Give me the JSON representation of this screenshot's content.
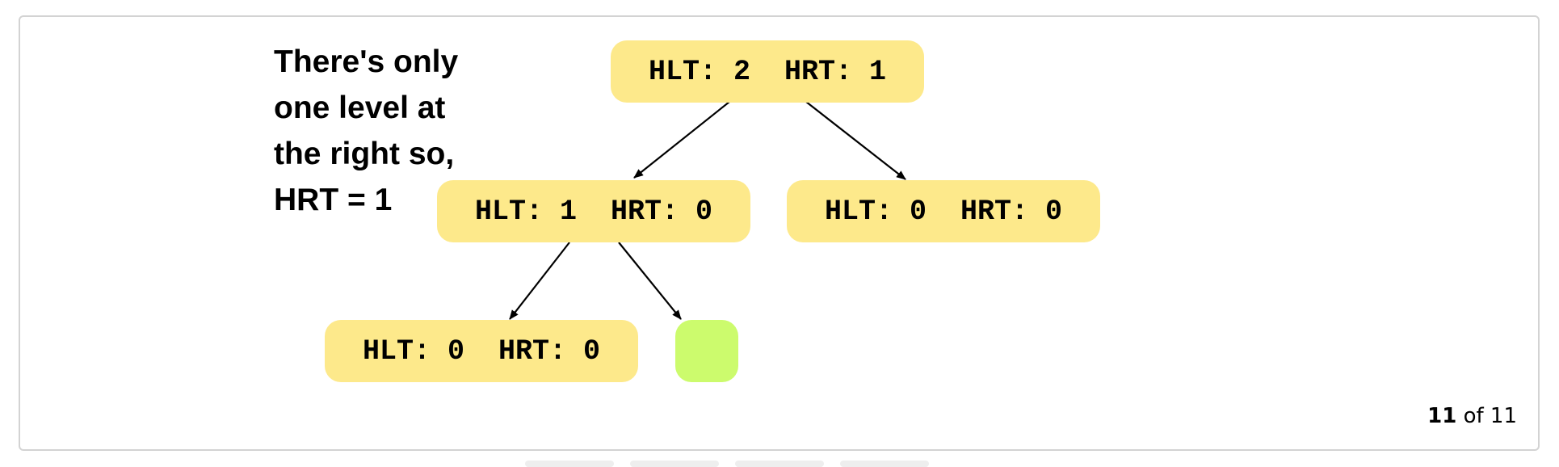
{
  "caption": {
    "lines": [
      "There's only",
      "one level at",
      "the right so,",
      "HRT = 1"
    ]
  },
  "tree": {
    "root": "HLT: 2  HRT: 1",
    "left_child": "HLT: 1  HRT: 0",
    "right_child": "HLT: 0  HRT: 0",
    "left_left_child": "HLT: 0  HRT: 0",
    "left_right_child": ""
  },
  "colors": {
    "node_fill": "#fde98b",
    "empty_node_fill": "#ccfb6d",
    "edge": "#000000"
  },
  "pager": {
    "current": "11",
    "separator": "of",
    "total": "11"
  }
}
